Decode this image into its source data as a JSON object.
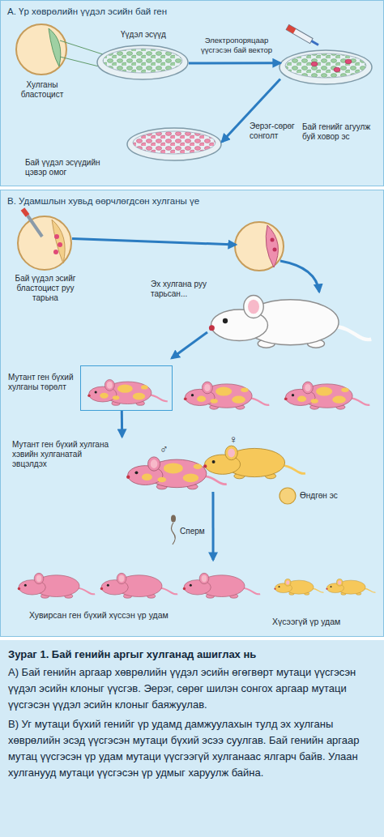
{
  "diagram": {
    "caption": "Зураг 1. Бай генийн аргыг хулганад ашиглах нь",
    "nodes": [
      {
        "text": [
          "А. Үр хөврөлийн үүдэл эсийн бай ген"
        ]
      },
      {
        "text": [
          "Хулганы бластоцист"
        ],
        "in": 0
      },
      {
        "text": [
          "Үүдэл эсүүд"
        ],
        "in": 0
      },
      {
        "text": [
          "Бай генийг агуулж буй ховор эс"
        ],
        "in": 0
      },
      {
        "text": [
          "Бай үүдэл эсүүдийн цэвэр омог"
        ],
        "in": 0
      },
      {
        "text": [
          "В. Удамшлын хувьд өөрчлөгдсөн хулганы үе"
        ]
      },
      {
        "text": [
          "Бай үүдэл эсийг бластоцист руу тарьна"
        ],
        "in": 5
      },
      {
        "text": [
          "Эх хулгана руу тарьсан..."
        ],
        "in": 5
      },
      {
        "text": [
          "Мутант ген бүхий хулганы төрөлт"
        ],
        "in": 5
      },
      {
        "text": [
          "Мутант ген бүхий хулгана хэвийн хулганатай эвцэлдэх"
        ],
        "in": 5
      },
      {
        "text": [
          "Хувирсан ген бүхий хүссэн үр удам"
        ],
        "in": 5
      },
      {
        "text": [
          "Хүсээгүй үр удам"
        ],
        "in": 5
      }
    ],
    "edges": [
      {
        "from": 2,
        "to": 3,
        "label": "Электропоряцаар үүсгэсэн бай вектор",
        "arrow": "to"
      },
      {
        "from": 3,
        "to": 4,
        "label": "Эерэг-сөрөг сонголт",
        "arrow": "to"
      },
      {
        "from": 6,
        "to": 7,
        "arrow": "to"
      },
      {
        "from": 8,
        "to": 9,
        "arrow": "to"
      },
      {
        "from": 9,
        "to": 10,
        "arrow": "to"
      }
    ],
    "labels": [
      "♂",
      "♀",
      "Өндгөн эс",
      "Сперм",
      "А) Бай генийн аргаар хөврөлийн үүдэл эсийн өгөгвөрт мутаци үүсгэсэн үүдэл эсийн клоныг үүсгэв. Эерэг, сөрөг шилэн сонгох аргаар мутаци үүсгэсэн үүдэл эсийн клоныг баяжуулав.",
      "В) Уг мутаци бүхий генийг үр удамд дамжуулахын тулд эх хулганы хөврөлийн эсэд үүсгэсэн мутаци бүхий эсээ суулгав. Бай генийн аргаар мутац үүсгэсэн үр удам мутаци үүсгээгүй хулганаас ялгарч байв. Улаан хулганууд мутаци үүсгэсэн үр удмыг харуулж байна."
    ]
  }
}
